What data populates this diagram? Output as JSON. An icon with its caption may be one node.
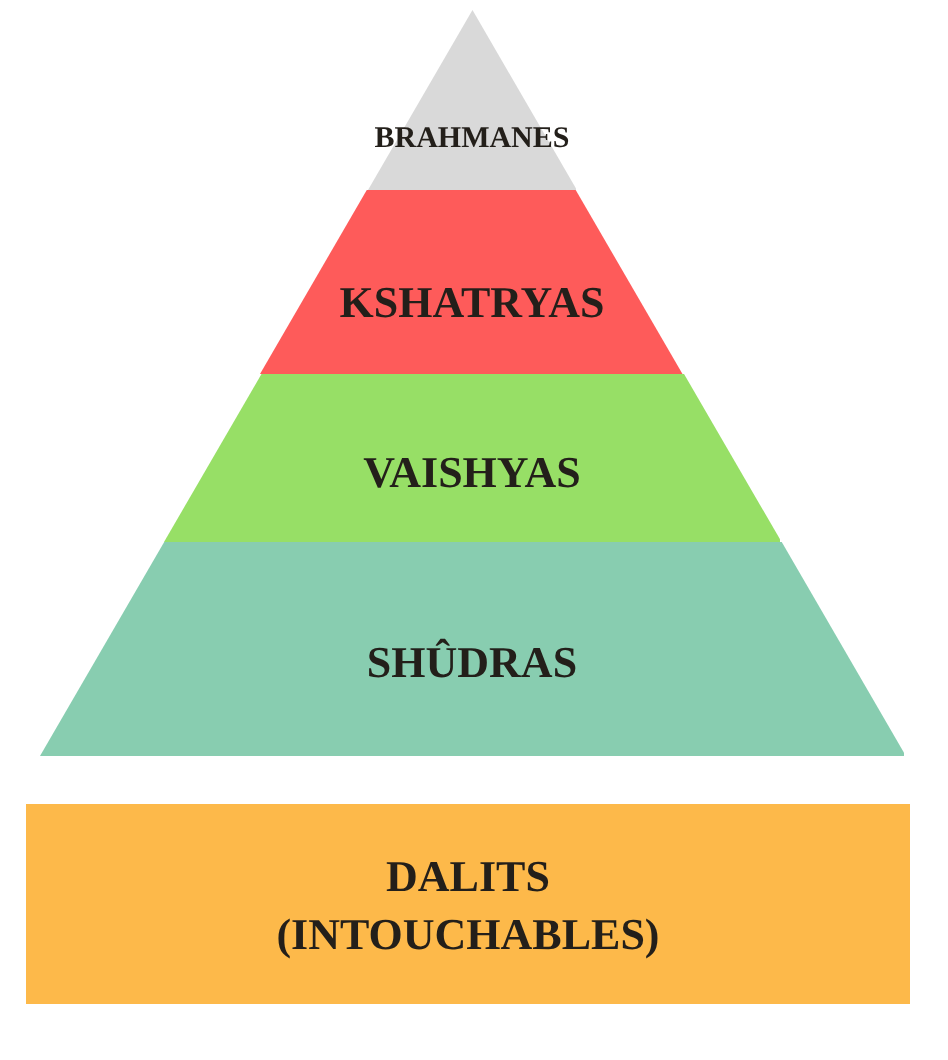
{
  "diagram": {
    "nodes": [
      {
        "text": [
          "BRAHMANES"
        ]
      },
      {
        "text": [
          "KSHATRYAS"
        ]
      },
      {
        "text": [
          "VAISHYAS"
        ]
      },
      {
        "text": [
          "SHÛDRAS"
        ]
      },
      {
        "text": [
          "DALITS (INTOUCHABLES)"
        ]
      }
    ]
  }
}
